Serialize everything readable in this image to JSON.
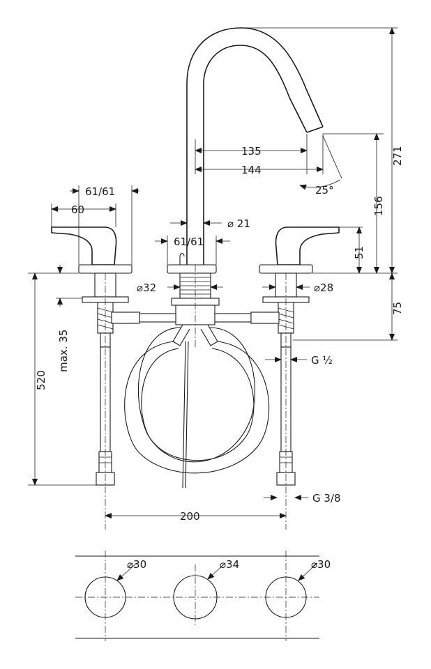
{
  "diagram": {
    "dimensions": {
      "d135": "135",
      "d144": "144",
      "d25": "25°",
      "d271": "271",
      "d156": "156",
      "d51": "51",
      "d75": "75",
      "d520": "520",
      "max35": "max. 35",
      "d200": "200",
      "handle_left_top": "61/61",
      "handle_left_width": "60",
      "spout_dia": "⌀ 21",
      "spout_base": "61/61",
      "dia32": "⌀32",
      "dia28": "⌀28",
      "thread_half": "G ½",
      "thread_38": "G 3/8",
      "hole_left": "⌀30",
      "hole_center": "⌀34",
      "hole_right": "⌀30"
    }
  }
}
